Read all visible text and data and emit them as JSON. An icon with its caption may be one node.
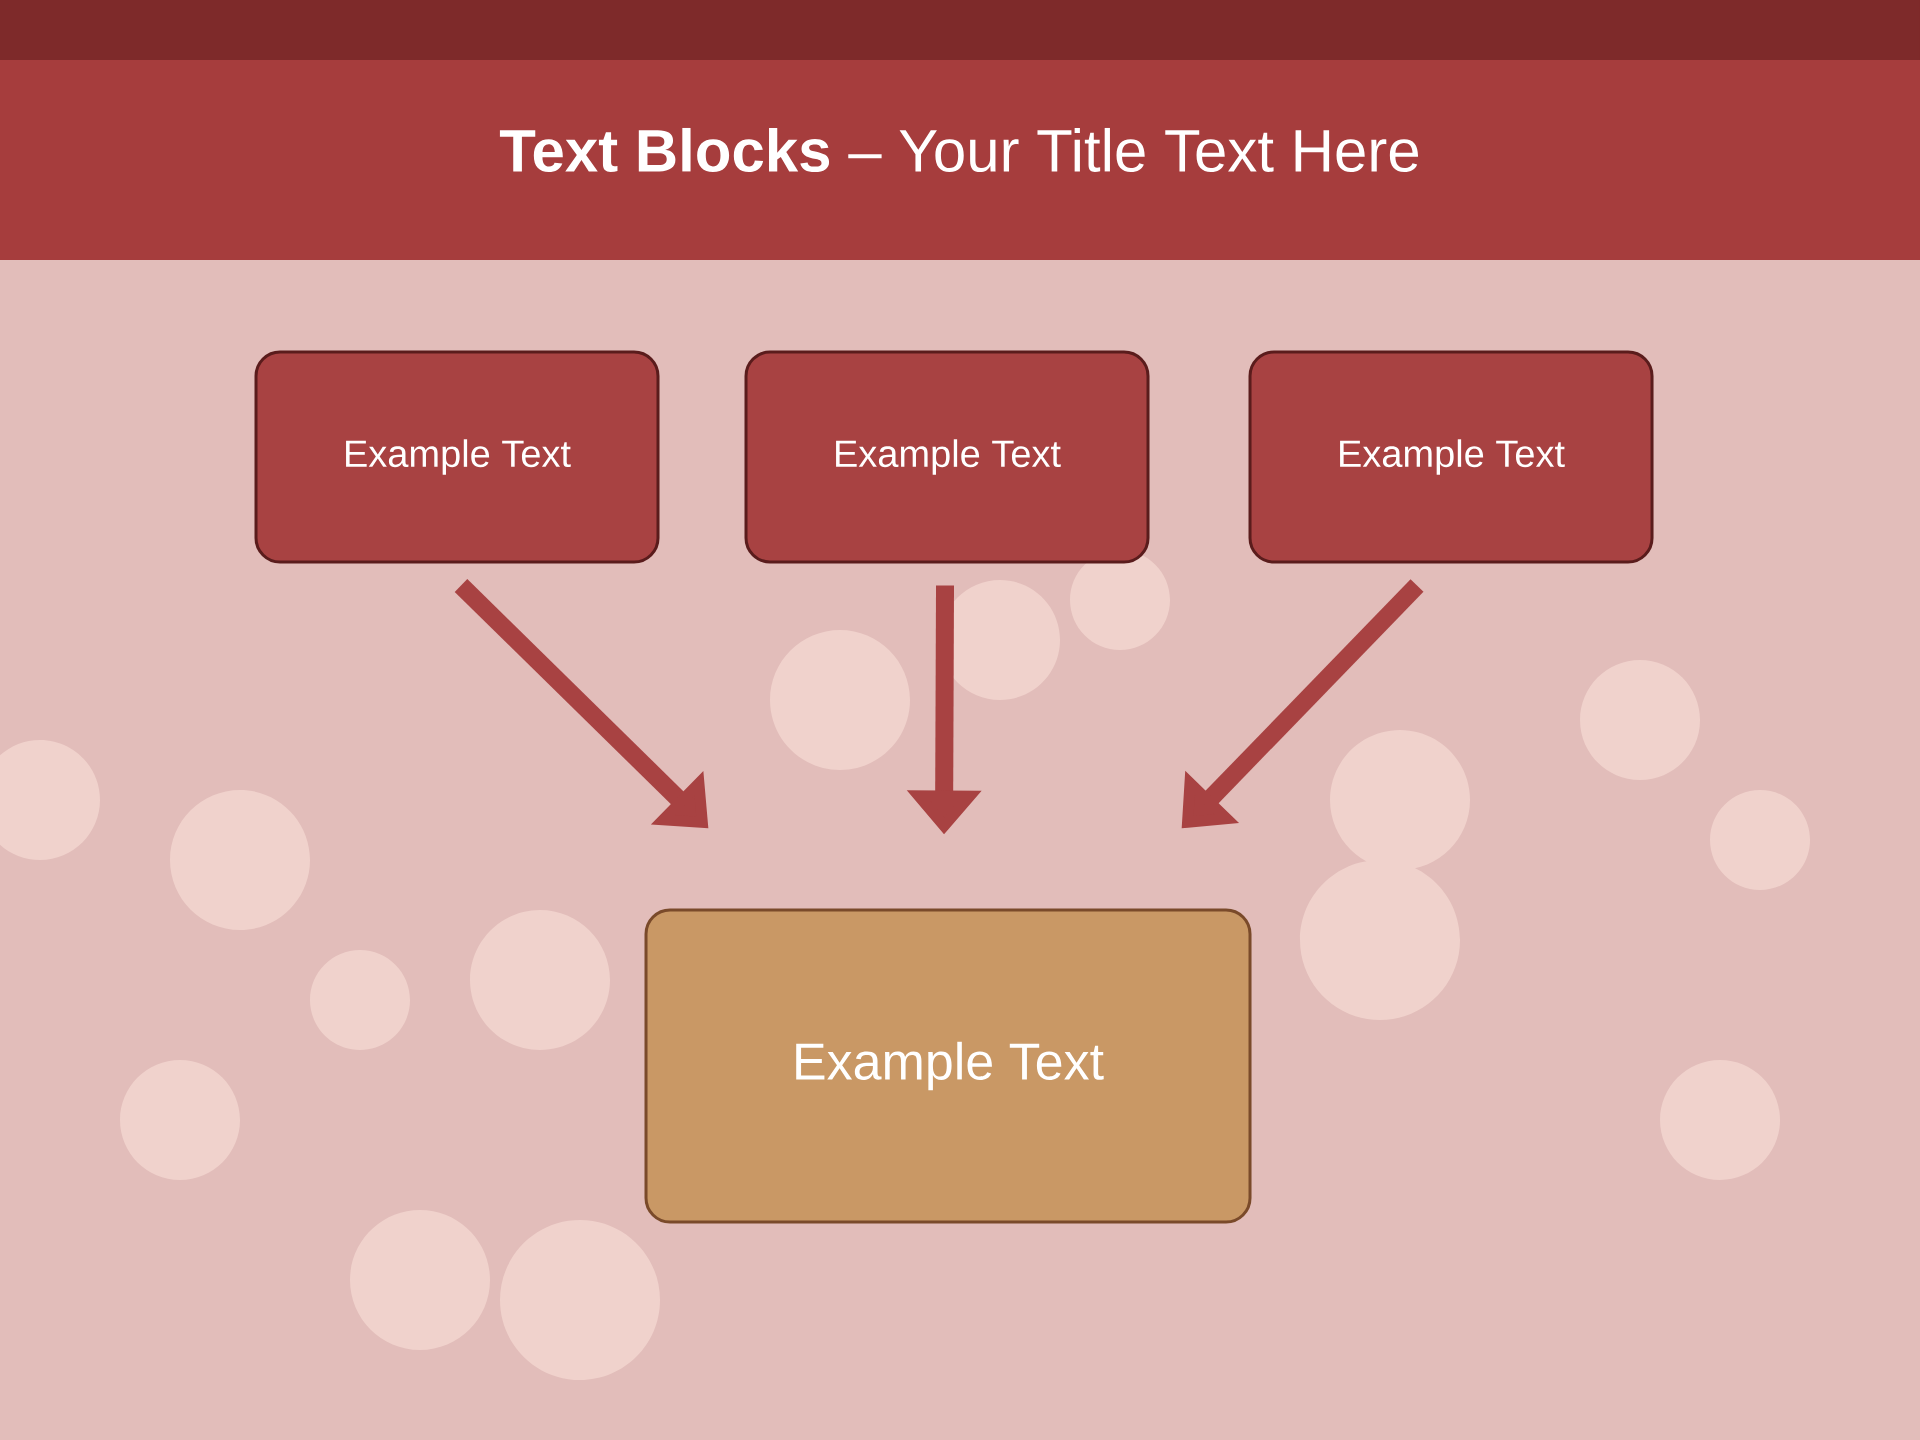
{
  "diagram": {
    "title": "**Text Blocks** – Your Title Text Here",
    "nodes": [
      {
        "text": [
          "Example Text"
        ]
      },
      {
        "text": [
          "Example Text"
        ]
      },
      {
        "text": [
          "Example Text"
        ]
      },
      {
        "text": [
          "Example Text"
        ]
      }
    ],
    "edges": [
      {
        "from": 0,
        "to": 3,
        "arrow": "to"
      },
      {
        "from": 1,
        "to": 3,
        "arrow": "to"
      },
      {
        "from": 2,
        "to": 3,
        "arrow": "to"
      }
    ]
  }
}
